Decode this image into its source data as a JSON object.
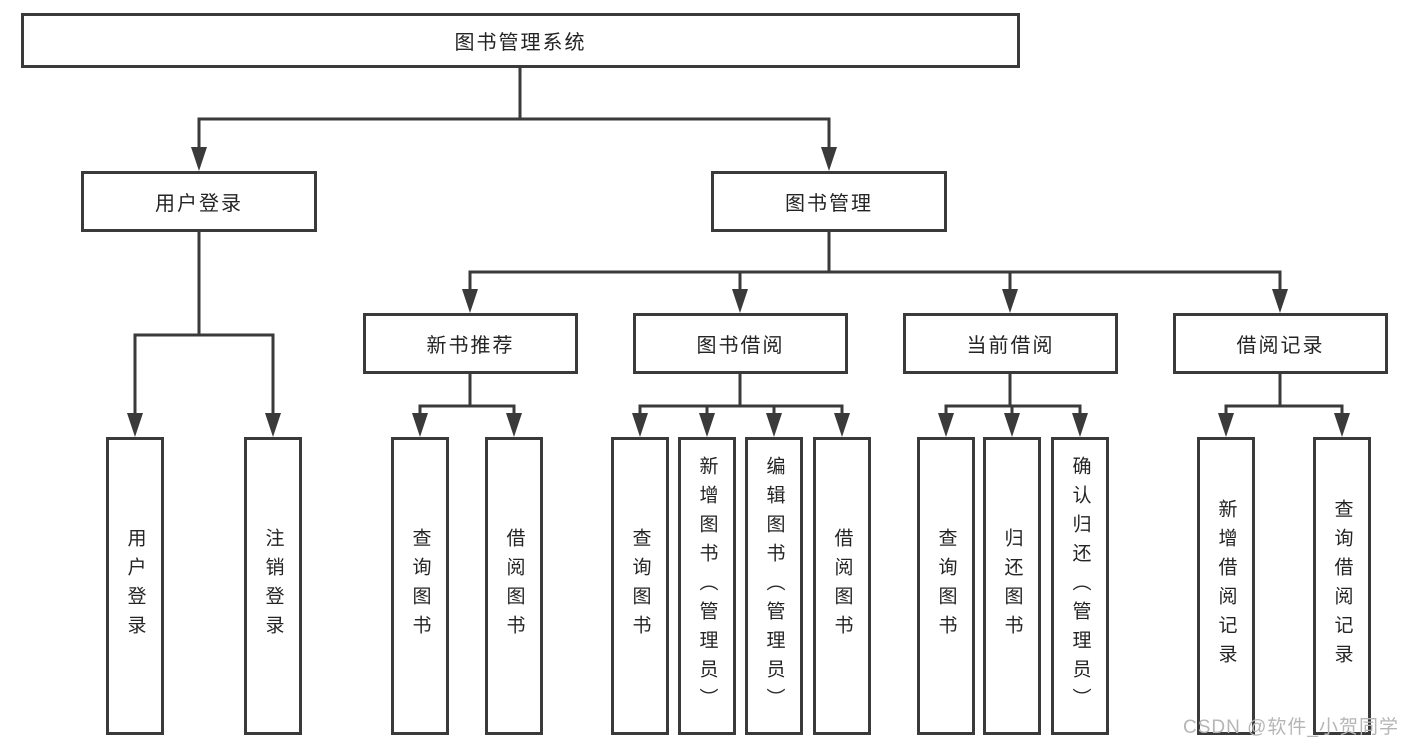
{
  "nodes": {
    "root": "图书管理系统",
    "level2": [
      "用户登录",
      "图书管理"
    ],
    "level3": [
      "新书推荐",
      "图书借阅",
      "当前借阅",
      "借阅记录"
    ],
    "leavesUserLogin": [
      "用户登录",
      "注销登录"
    ],
    "leavesNewBook": [
      "查询图书",
      "借阅图书"
    ],
    "leavesBookBorrow": [
      "查询图书",
      "新增图书（管理员）",
      "编辑图书（管理员）",
      "借阅图书"
    ],
    "leavesCurrentBorrow": [
      "查询图书",
      "归还图书",
      "确认归还（管理员）"
    ],
    "leavesBorrowRecords": [
      "新增借阅记录",
      "查询借阅记录"
    ]
  },
  "watermark": "CSDN @软件_小贺同学",
  "colors": {
    "line": "#3a3a3a",
    "text": "#242424",
    "background": "#ffffff",
    "watermark": "#b6b6b6"
  }
}
